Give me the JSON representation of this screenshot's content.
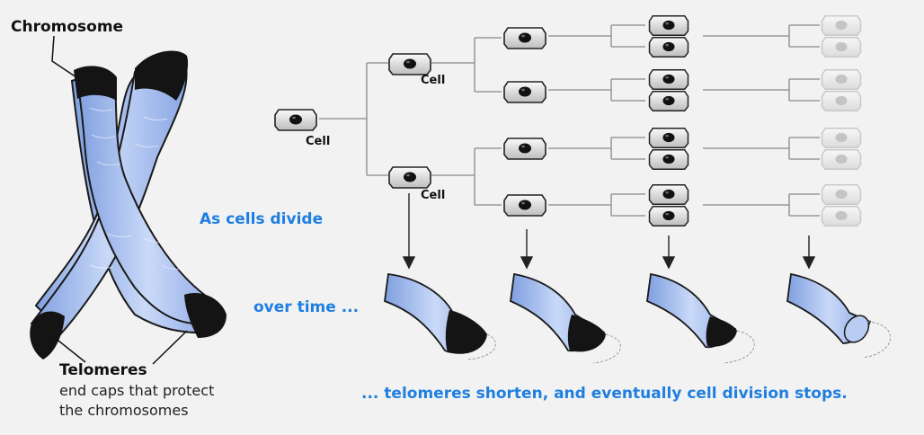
{
  "labels": {
    "chromosome": "Chromosome",
    "telomeres": "Telomeres",
    "telomeres_desc_1": "end caps that protect",
    "telomeres_desc_2": "the chromosomes",
    "cell": "Cell",
    "as_cells_divide": "As cells divide",
    "over_time": "over time ...",
    "conclusion": "... telomeres shorten, and eventually cell division stops."
  },
  "colors": {
    "chromatid_blue": "#a9c3f0",
    "telomere_black": "#141414",
    "accent_text_blue": "#1f7fe0"
  }
}
